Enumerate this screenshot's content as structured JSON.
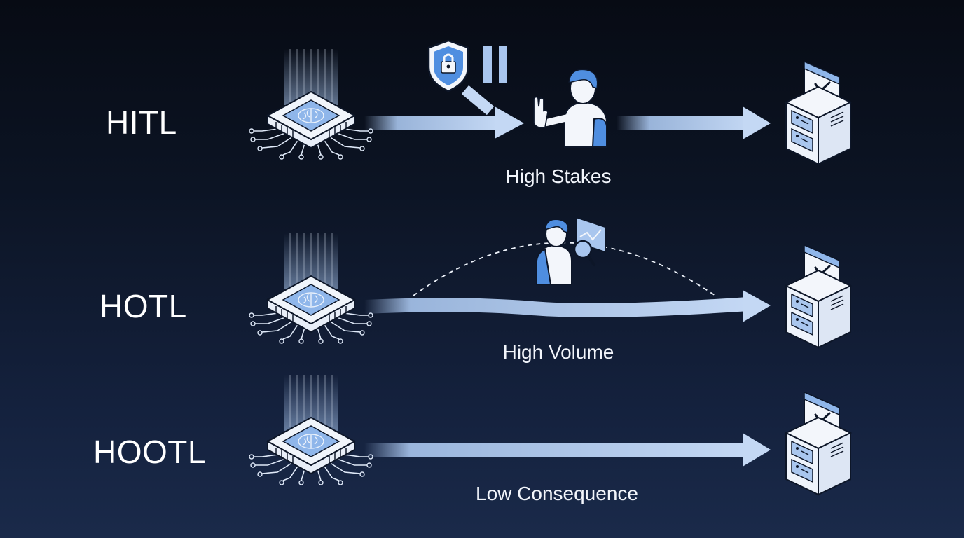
{
  "colors": {
    "accent": "#a9c6ee",
    "accent_blue": "#4f8ee0",
    "outline": "#0d1628",
    "chip_light": "#eef3fb",
    "background_top": "#070b14",
    "background_bottom": "#1a2a4a"
  },
  "rows": [
    {
      "label": "HITL",
      "caption": "High Stakes",
      "source_icon": "ai-chip-icon",
      "target_icon": "server-approved-icon",
      "overlay_icons": [
        "shield-lock-icon",
        "pause-icon",
        "person-stop-hand-icon"
      ]
    },
    {
      "label": "HOTL",
      "caption": "High Volume",
      "source_icon": "ai-chip-icon",
      "target_icon": "server-approved-icon",
      "overlay_icons": [
        "person-monitoring-icon",
        "magnifier-icon",
        "chart-screen-icon"
      ]
    },
    {
      "label": "HOOTL",
      "caption": "Low Consequence",
      "source_icon": "ai-chip-icon",
      "target_icon": "server-approved-icon",
      "overlay_icons": []
    }
  ]
}
